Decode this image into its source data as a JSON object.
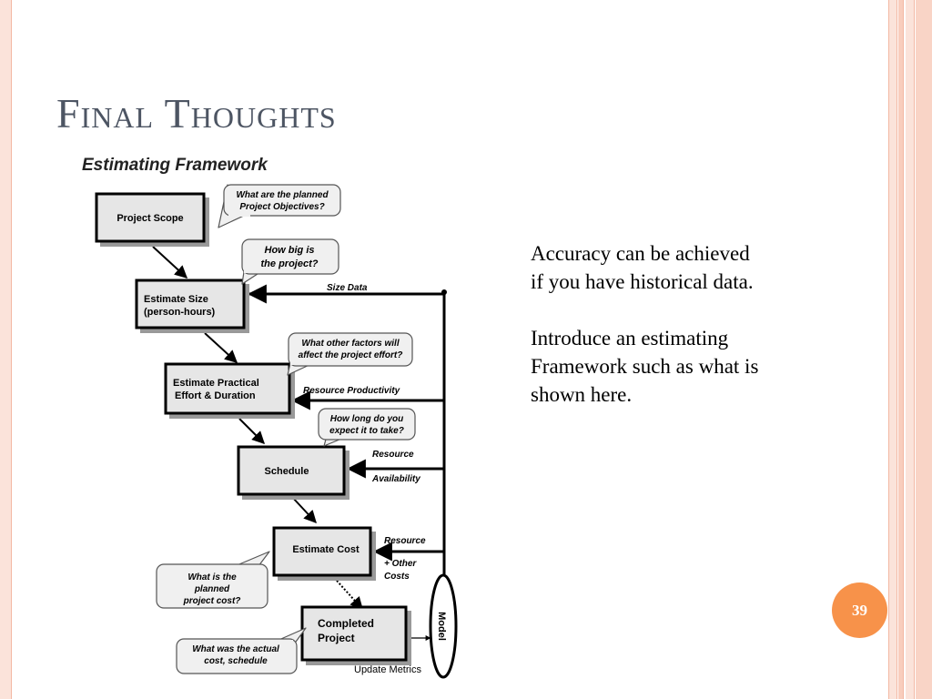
{
  "slide": {
    "title": "Final Thoughts",
    "page_number": "39",
    "paragraphs": [
      "Accuracy can be achieved if you have historical data.",
      "Introduce an estimating Framework such as what is shown here."
    ]
  },
  "diagram": {
    "title": "Estimating Framework",
    "boxes": {
      "project_scope": [
        "Project Scope"
      ],
      "estimate_size": [
        "Estimate Size",
        "(person-hours)"
      ],
      "estimate_effort": [
        "Estimate Practical",
        "Effort & Duration"
      ],
      "schedule": [
        "Schedule"
      ],
      "estimate_cost": [
        "Estimate Cost"
      ],
      "completed_project": [
        "Completed",
        "Project"
      ]
    },
    "callouts": {
      "objectives": [
        "What are the planned",
        "Project Objectives?"
      ],
      "how_big": [
        "How big is",
        "the project?"
      ],
      "other_factors": [
        "What other factors will",
        "affect the project effort?"
      ],
      "how_long": [
        "How long do you",
        "expect it to take?"
      ],
      "planned_cost": [
        "What is the",
        "planned",
        "project cost?"
      ],
      "actual_cost": [
        "What was the actual",
        "cost,  schedule"
      ]
    },
    "inputs": {
      "size_data": "Size Data",
      "resource_productivity": "Resource Productivity",
      "resource_1": "Resource",
      "availability": "Availability",
      "resource_2": "Resource",
      "other_1": "+  Other",
      "other_2": "Costs"
    },
    "model_label": "Model",
    "update_metrics": "Update Metrics"
  },
  "colors": {
    "title": "#4d5563",
    "accent": "#f7924a",
    "box_fill": "#e6e6e6",
    "callout_fill": "#f0f0f0"
  }
}
